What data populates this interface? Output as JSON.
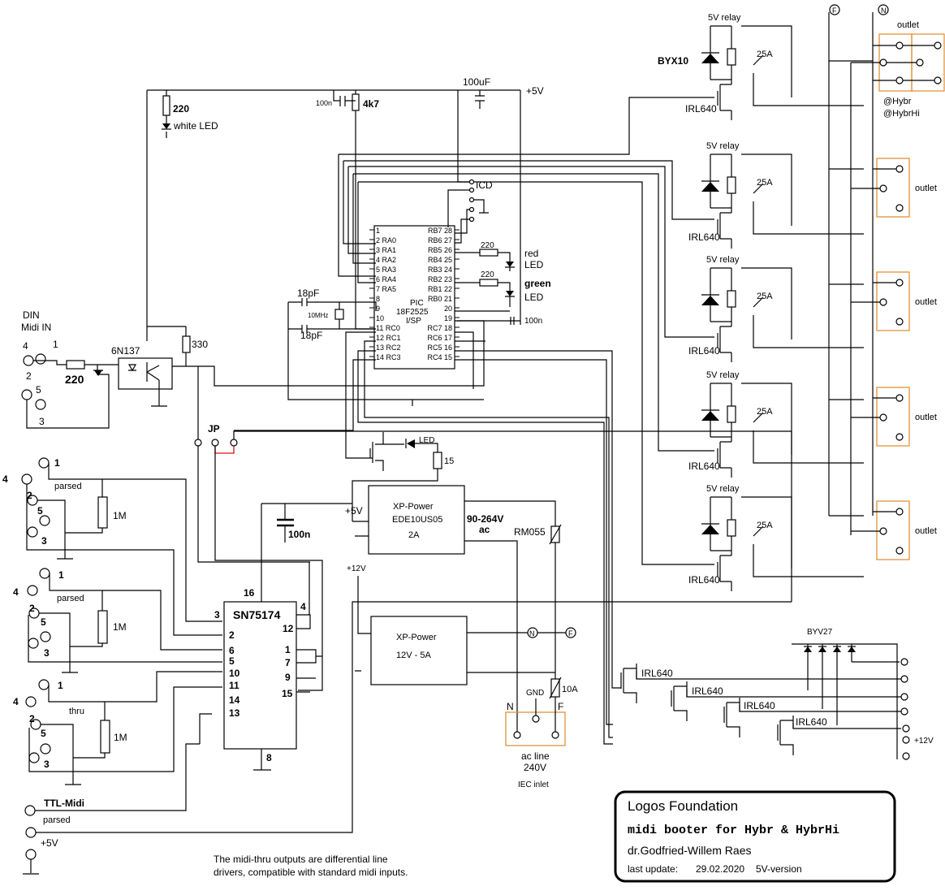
{
  "title": {
    "org": "Logos Foundation",
    "project": "midi booter for Hybr & HybrHi",
    "author": "dr.Godfried-Willem Raes",
    "update_label": "last update:",
    "update_date": "29.02.2020",
    "version": "5V-version"
  },
  "note": [
    "The midi-thru outputs are differential line",
    "drivers, compatible with standard midi inputs."
  ],
  "supply": {
    "p5v": "+5V",
    "p12v": "+12V",
    "cap100uf": "100uF",
    "cap100n_top": "100n",
    "res4k7": "4k7",
    "res220": "220",
    "white_led": "white LED",
    "cap100n_mid": "100n"
  },
  "din": {
    "title1": "DIN",
    "title2": "Midi IN",
    "p1": "1",
    "p2": "2",
    "p3": "3",
    "p4": "4",
    "p5": "5",
    "r220": "220",
    "opto": "6N137",
    "r330": "330",
    "jp": "JP"
  },
  "outputs": [
    {
      "p1": "1",
      "p2": "2",
      "p3": "3",
      "p4": "4",
      "p5": "5",
      "label": "parsed",
      "res": "1M"
    },
    {
      "p1": "1",
      "p2": "2",
      "p3": "3",
      "p4": "4",
      "p5": "5",
      "label": "parsed",
      "res": "1M"
    },
    {
      "p1": "1",
      "p2": "2",
      "p3": "3",
      "p4": "4",
      "p5": "5",
      "label": "thru",
      "res": "1M"
    }
  ],
  "ttl": {
    "title": "TTL-Midi",
    "label": "parsed",
    "p5v": "+5V"
  },
  "driver": {
    "name": "SN75174",
    "pins": {
      "p16": "16",
      "p3": "3",
      "p2": "2",
      "p6": "6",
      "p5": "5",
      "p10": "10",
      "p11": "11",
      "p14": "14",
      "p13": "13",
      "p8": "8",
      "p4": "4",
      "p12": "12",
      "p1": "1",
      "p7": "7",
      "p9": "9",
      "p15": "15"
    }
  },
  "pic": {
    "name1": "PIC",
    "name2": "18F2525",
    "name3": "I/SP",
    "left_pins": [
      "1",
      "2 RA0",
      "3 RA1",
      "4 RA2",
      "5 RA3",
      "6 RA4",
      "7 RA5",
      "8",
      "9",
      "10",
      "11 RC0",
      "12 RC1",
      "13 RC2",
      "14 RC3"
    ],
    "right_pins": [
      "RB7 28",
      "RB6 27",
      "RB5 26",
      "RB4 25",
      "RB3 24",
      "RB2 23",
      "RB1 22",
      "RB0 21",
      "20",
      "19",
      "RC7 18",
      "RC6 17",
      "RC5 16",
      "RC4 15"
    ],
    "icd": "ICD",
    "xtal": "10MHz",
    "cap18a": "18pF",
    "cap18b": "18pF",
    "cap100n": "100n",
    "r_red": "220",
    "r_green": "220",
    "red_led1": "red",
    "red_led2": "LED",
    "green_led1": "green",
    "green_led2": "LED",
    "led": "LED",
    "r15": "15"
  },
  "psu1": {
    "brand": "XP-Power",
    "model": "EDE10US05",
    "amps": "2A",
    "in": "90-264V",
    "ac": "ac",
    "p5v": "+5V",
    "varistor": "RM055"
  },
  "psu2": {
    "brand": "XP-Power",
    "spec": "12V - 5A",
    "p12v": "+12V"
  },
  "ac_inlet": {
    "n": "N",
    "gnd": "GND",
    "f": "F",
    "line": "ac line",
    "volt": "240V",
    "name": "IEC inlet",
    "fuse": "10A",
    "n_node": "N",
    "f_node": "F"
  },
  "relays": [
    {
      "relay": "5V relay",
      "amps": "25A",
      "fet": "IRL640",
      "diode": "BYX10",
      "outlet": "outlet",
      "note1": "@Hybr",
      "note2": "@HybrHi"
    },
    {
      "relay": "5V relay",
      "amps": "25A",
      "fet": "IRL640",
      "outlet": "outlet"
    },
    {
      "relay": "5V relay",
      "amps": "25A",
      "fet": "IRL640",
      "outlet": "outlet"
    },
    {
      "relay": "5V relay",
      "amps": "25A",
      "fet": "IRL640",
      "outlet": "outlet"
    },
    {
      "relay": "5V relay",
      "amps": "25A",
      "fet": "IRL640",
      "outlet": "outlet"
    }
  ],
  "low_fets": {
    "diodes": "BYV27",
    "fets": [
      "IRL640",
      "IRL640",
      "IRL640",
      "IRL640"
    ],
    "p12v": "+12V"
  }
}
